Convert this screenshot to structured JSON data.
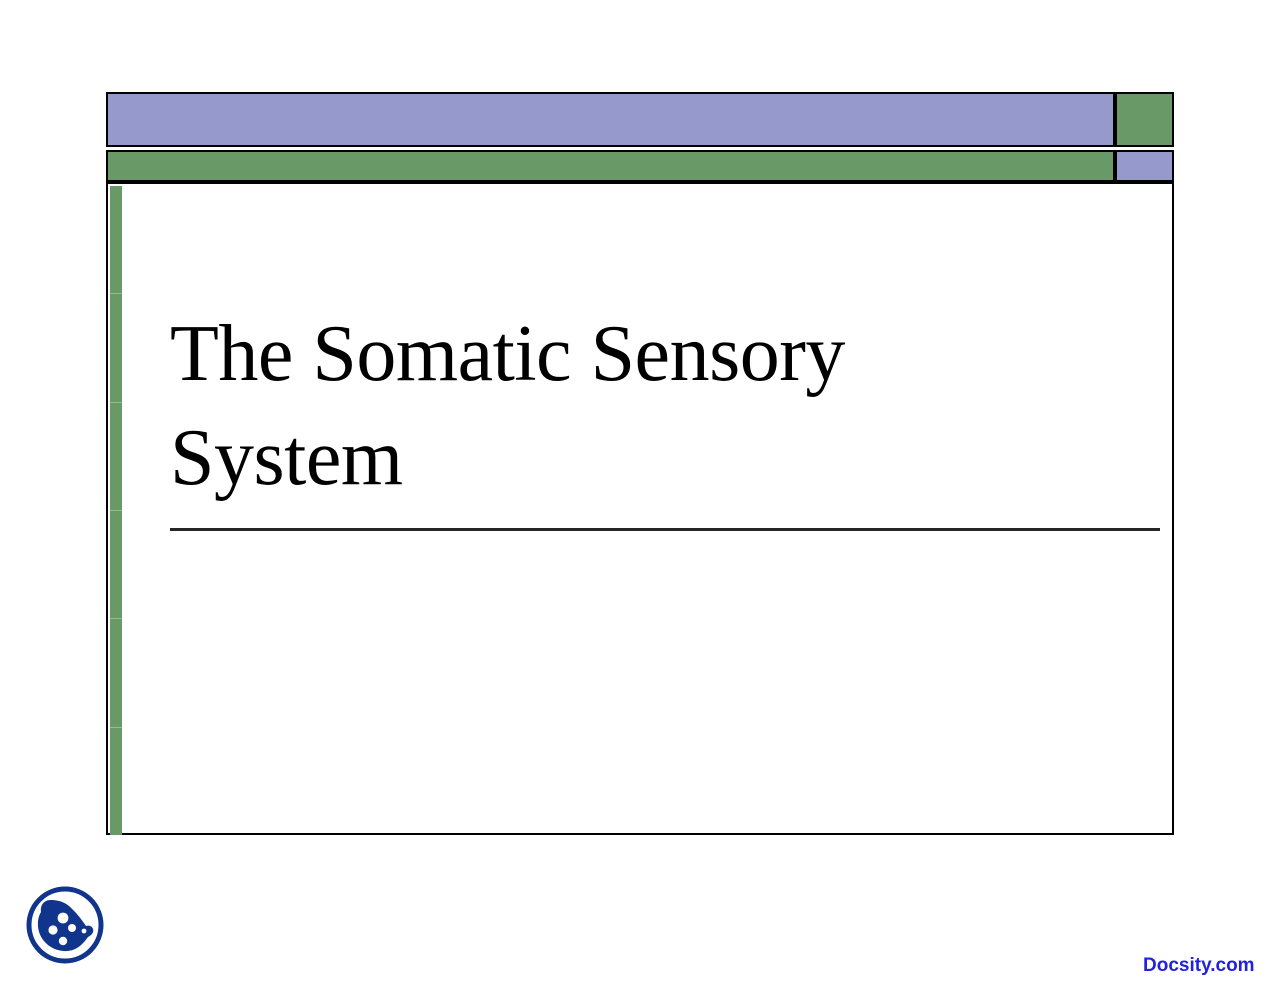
{
  "slide": {
    "title": "The Somatic Sensory\nSystem",
    "title_lines": [
      "The Somatic Sensory",
      "System"
    ],
    "subtitle": "",
    "has_divider_rule": true
  },
  "theme": {
    "banner_purple": "#9699CC",
    "banner_green": "#699966",
    "frame_border": "#000000",
    "body_background": "#FFFFFF",
    "title_color": "#000000",
    "rule_color": "#262626",
    "brand_color": "#2222DD",
    "logo_color": "#11348C"
  },
  "decor": {
    "top_banner_name": "purple-banner",
    "top_banner_cap_name": "green-corner-block",
    "second_banner_name": "green-banner",
    "second_banner_cap_name": "purple-corner-block",
    "side_strip_name": "green-side-strip",
    "side_strip_segments": 6
  },
  "footer": {
    "brand": "Docsity.com",
    "logo_icon": "docsity-logo-icon"
  }
}
